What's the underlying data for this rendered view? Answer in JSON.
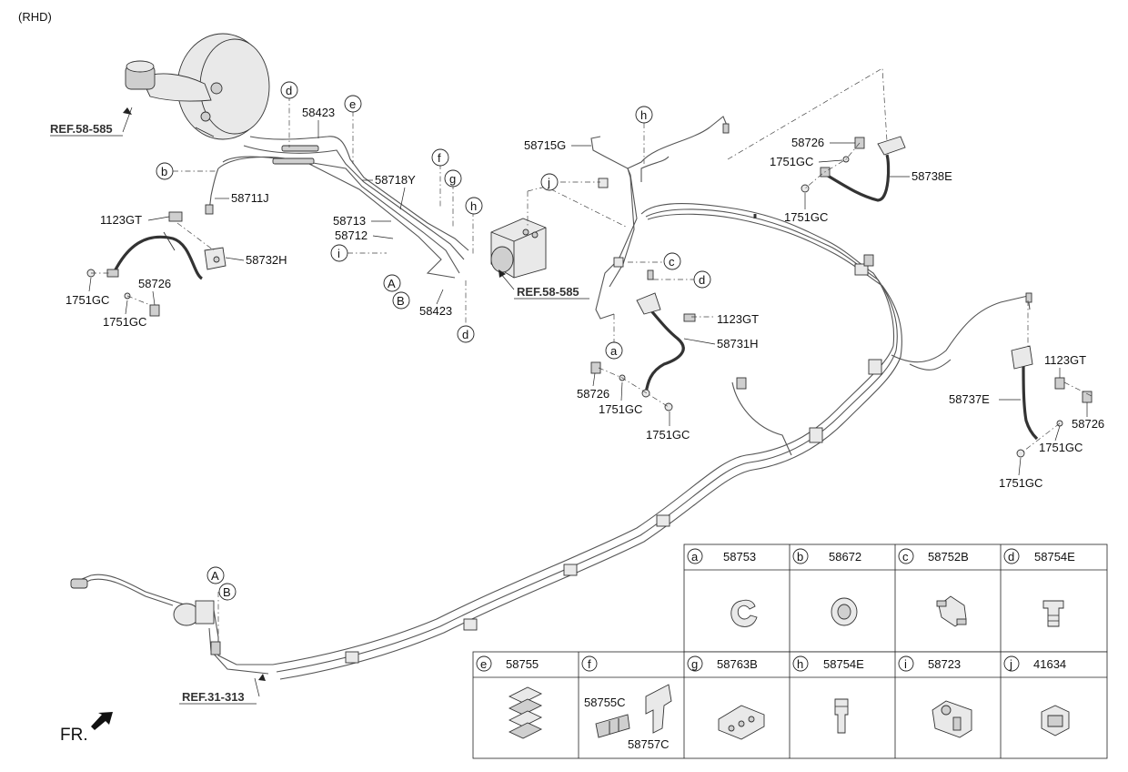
{
  "title": "(RHD)",
  "refs": {
    "booster": "REF.58-585",
    "hecu": "REF.58-585",
    "tank": "REF.31-313"
  },
  "front_label": "FR.",
  "callouts": {
    "p58423_top": "58423",
    "p58718Y": "58718Y",
    "p58711J": "58711J",
    "p1123GT_left": "1123GT",
    "p58732H": "58732H",
    "p58726_left": "58726",
    "p1751GC_left_a": "1751GC",
    "p1751GC_left_b": "1751GC",
    "p58713": "58713",
    "p58712": "58712",
    "p58423_mid": "58423",
    "p58715G": "58715G",
    "p58726_tr": "58726",
    "p1751GC_tr_a": "1751GC",
    "p58738E": "58738E",
    "p1751GC_tr_b": "1751GC",
    "p1123GT_mid": "1123GT",
    "p58731H": "58731H",
    "p58726_mid": "58726",
    "p1751GC_mid_a": "1751GC",
    "p1751GC_mid_b": "1751GC",
    "p1123GT_right": "1123GT",
    "p58737E": "58737E",
    "p58726_right": "58726",
    "p1751GC_right_a": "1751GC",
    "p1751GC_right_b": "1751GC"
  },
  "letters": {
    "a": "a",
    "b": "b",
    "c": "c",
    "d": "d",
    "e": "e",
    "f": "f",
    "g": "g",
    "h": "h",
    "i": "i",
    "j": "j",
    "A": "A",
    "B": "B"
  },
  "parts_table": [
    {
      "key": "a",
      "part": "58753",
      "icon": "pipe-clip-a-icon"
    },
    {
      "key": "b",
      "part": "58672",
      "icon": "grommet-icon"
    },
    {
      "key": "c",
      "part": "58752B",
      "icon": "pipe-clip-c-icon"
    },
    {
      "key": "d",
      "part": "58754E",
      "icon": "plug-icon"
    },
    {
      "key": "e",
      "part": "58755",
      "icon": "stacked-clip-icon"
    },
    {
      "key": "f",
      "part": "",
      "sub": [
        "58755C",
        "58757C"
      ],
      "icon": "bracket-clip-icon"
    },
    {
      "key": "g",
      "part": "58763B",
      "icon": "triple-clip-icon"
    },
    {
      "key": "h",
      "part": "58754E",
      "icon": "nipple-plug-icon"
    },
    {
      "key": "i",
      "part": "58723",
      "icon": "connector-block-icon"
    },
    {
      "key": "j",
      "part": "41634",
      "icon": "square-clip-icon"
    }
  ]
}
